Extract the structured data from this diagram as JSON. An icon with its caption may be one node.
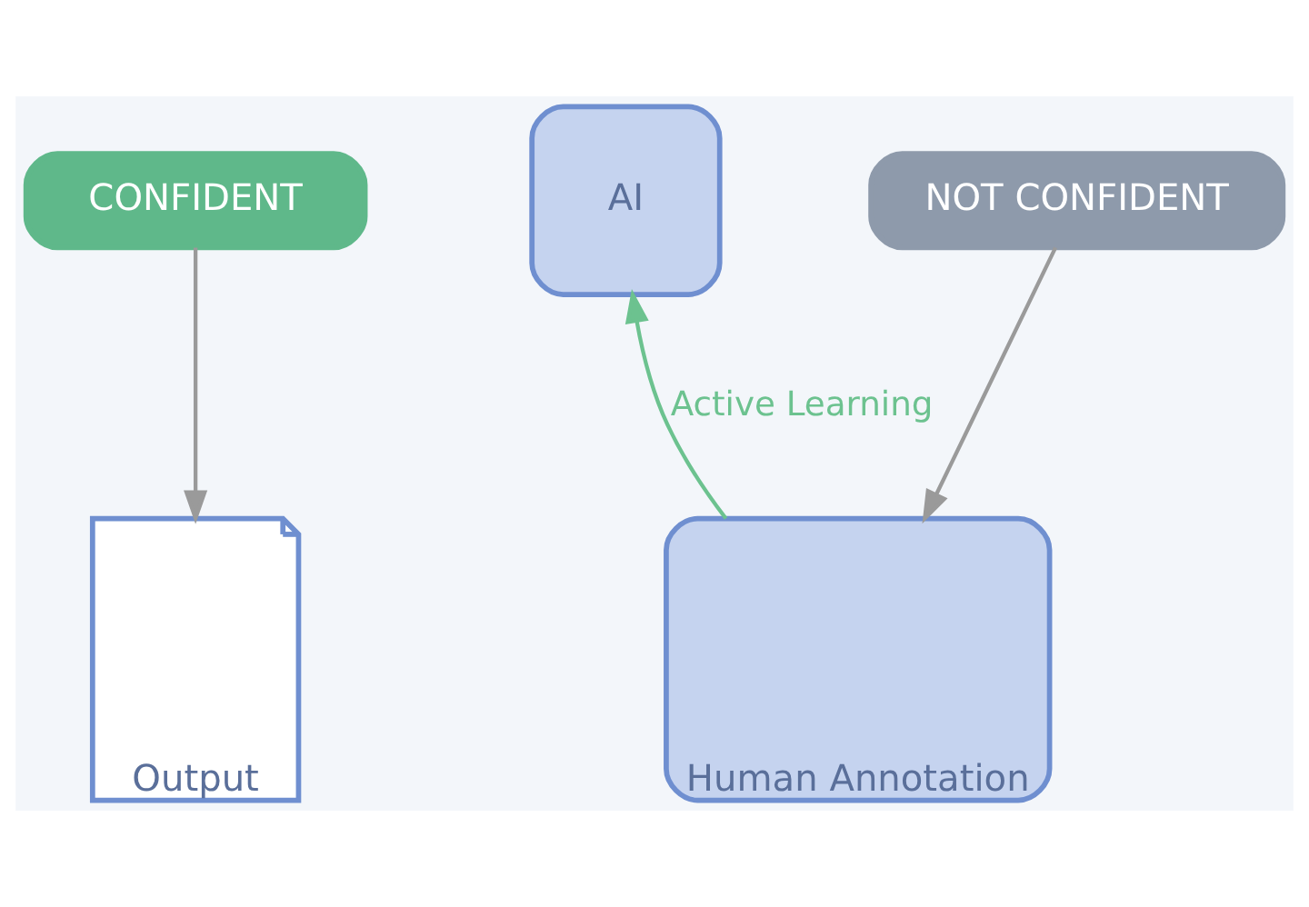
{
  "diagram": {
    "nodes": [
      {
        "text": [
          "CONFIDENT"
        ]
      },
      {
        "text": [
          "AI"
        ]
      },
      {
        "text": [
          "NOT CONFIDENT"
        ]
      },
      {
        "text": [
          "Output"
        ]
      },
      {
        "text": [
          "Human Annotation"
        ]
      }
    ],
    "edges": [
      {
        "from": 0,
        "to": 3,
        "arrow": "to"
      },
      {
        "from": 2,
        "to": 4,
        "arrow": "to"
      },
      {
        "from": 4,
        "to": 1,
        "arrow": "to",
        "label": "Active Learning",
        "color": "#6cc28f"
      }
    ]
  }
}
